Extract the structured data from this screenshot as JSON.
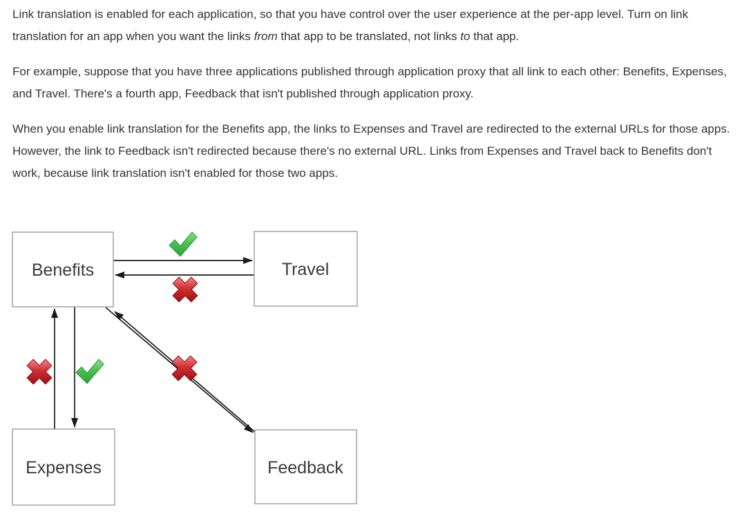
{
  "page": {
    "background": "#ffffff",
    "text_color": "#333333"
  },
  "paragraphs": [
    {
      "segments": [
        {
          "text": "Link translation is enabled for each application, so that you have control over the user experience at the per-app level. Turn on link translation for an app when you want the links "
        },
        {
          "text": "from",
          "italic": true
        },
        {
          "text": " that app to be translated, not links "
        },
        {
          "text": "to",
          "italic": true
        },
        {
          "text": " that app."
        }
      ]
    },
    {
      "segments": [
        {
          "text": "For example, suppose that you have three applications published through application proxy that all link to each other: Benefits, Expenses, and Travel. There's a fourth app, Feedback that isn't published through application proxy."
        }
      ]
    },
    {
      "segments": [
        {
          "text": "When you enable link translation for the Benefits app, the links to Expenses and Travel are redirected to the external URLs for those apps. However, the link to Feedback isn't redirected because there's no external URL. Links from Expenses and Travel back to Benefits don't work, because link translation isn't enabled for those two apps."
        }
      ]
    }
  ],
  "diagram": {
    "nodes": [
      {
        "id": "benefits",
        "label": "Benefits"
      },
      {
        "id": "travel",
        "label": "Travel"
      },
      {
        "id": "expenses",
        "label": "Expenses"
      },
      {
        "id": "feedback",
        "label": "Feedback"
      }
    ],
    "edges": [
      {
        "from": "Benefits",
        "to": "Travel",
        "status": "allowed",
        "icon": "check-icon"
      },
      {
        "from": "Travel",
        "to": "Benefits",
        "status": "blocked",
        "icon": "cross-icon"
      },
      {
        "from": "Expenses",
        "to": "Benefits",
        "status": "blocked",
        "icon": "cross-icon"
      },
      {
        "from": "Benefits",
        "to": "Expenses",
        "status": "allowed",
        "icon": "check-icon"
      },
      {
        "from": "Benefits",
        "to": "Feedback",
        "status": "blocked",
        "icon": "cross-icon"
      },
      {
        "from": "Feedback",
        "to": "Benefits",
        "status": "blocked",
        "icon": "cross-icon",
        "shared_icon": true
      }
    ],
    "colors": {
      "check_green": "#3db54a",
      "cross_red": "#c0181d",
      "arrow": "#1a1a1a",
      "box_border": "#a3a3a3",
      "box_fill": "#ffffff",
      "label_color": "#3a3a3a"
    }
  }
}
